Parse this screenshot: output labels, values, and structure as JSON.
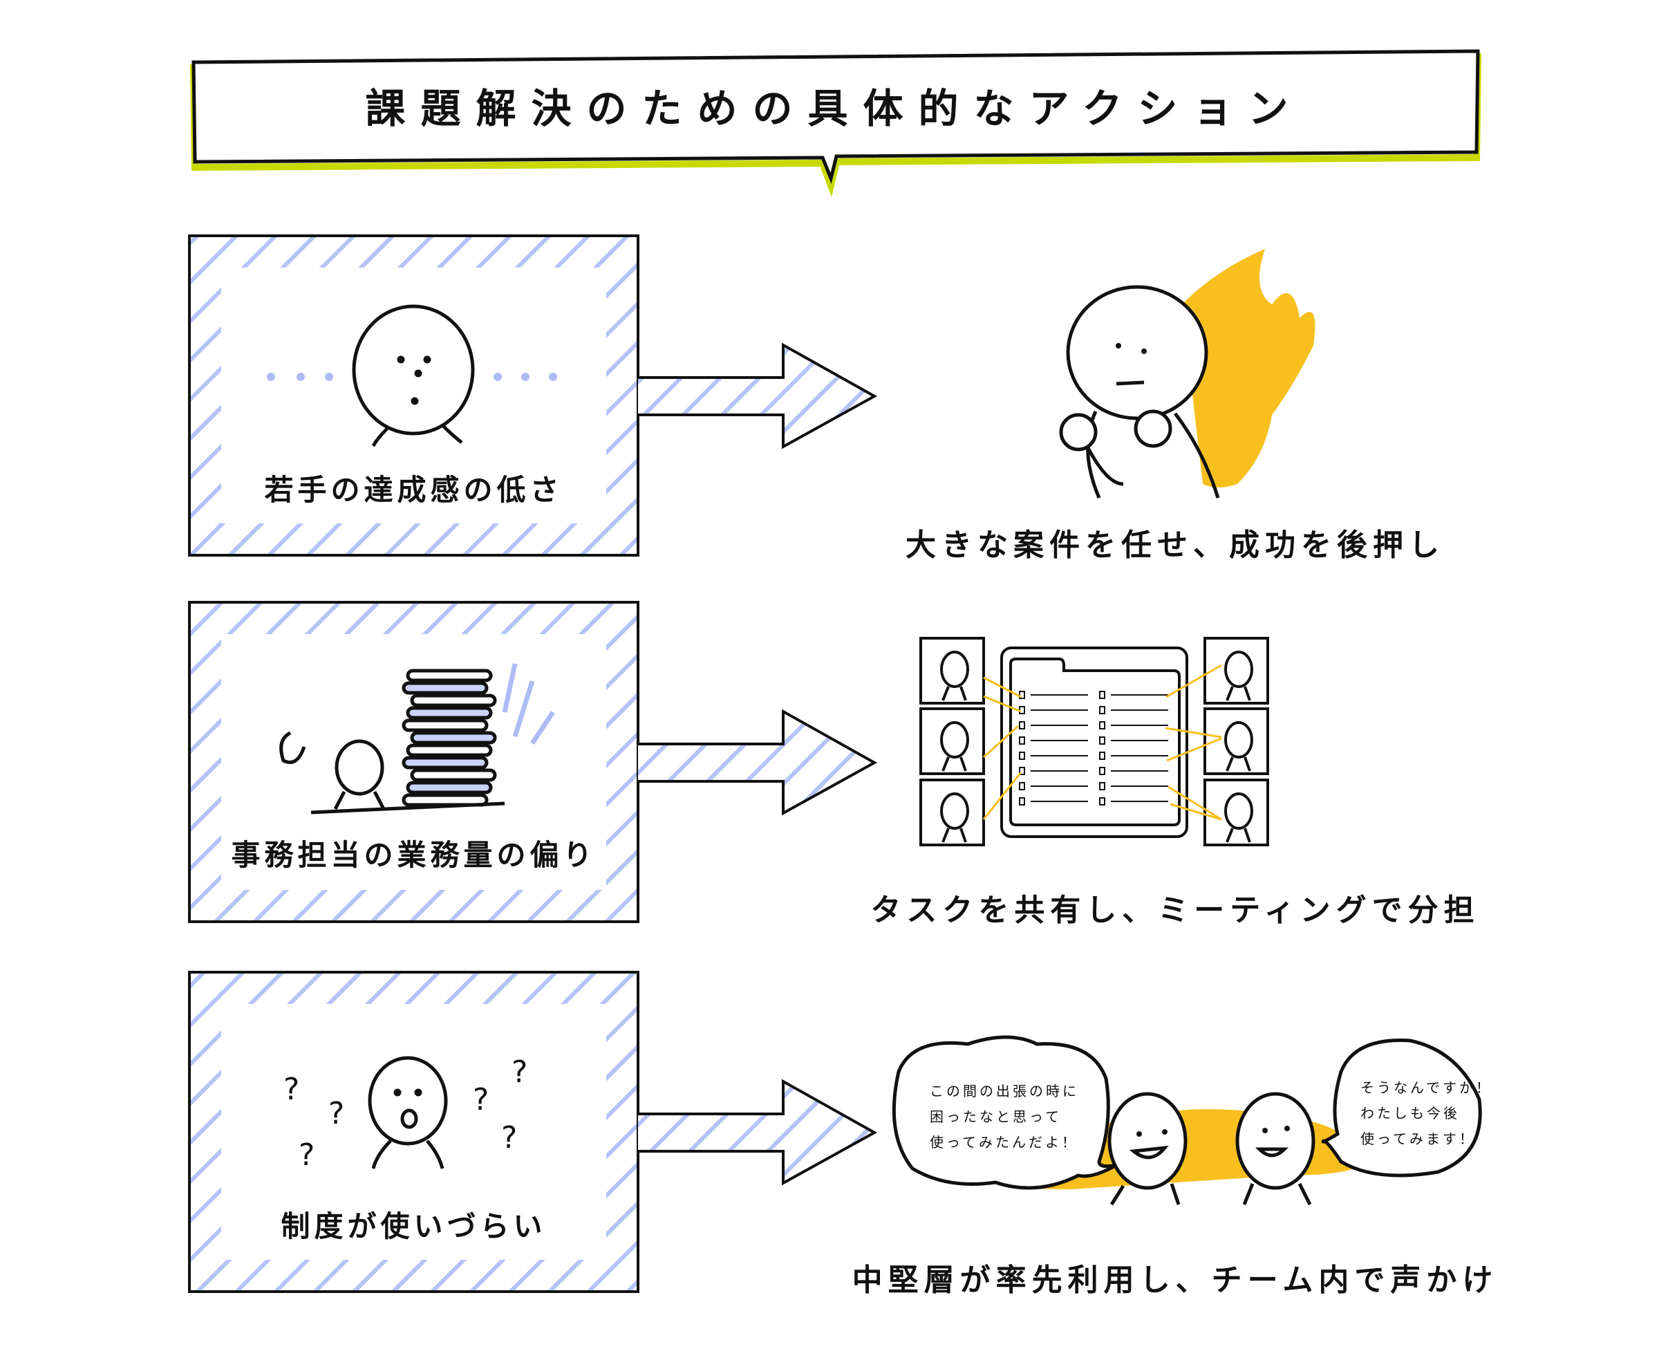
{
  "title": "課題解決のための具体的なアクション",
  "colors": {
    "accent_lime": "#c8d900",
    "hatch_blue": "#b5c3f7",
    "fire_yellow": "#f8bf1f",
    "ink": "#111111"
  },
  "rows": [
    {
      "problem": "若手の達成感の低さ",
      "action": "大きな案件を任せ、成功を後押し"
    },
    {
      "problem": "事務担当の業務量の偏り",
      "action": "タスクを共有し、ミーティングで分担"
    },
    {
      "problem": "制度が使いづらい",
      "action": "中堅層が率先利用し、チーム内で声かけ"
    }
  ],
  "speech": {
    "left": "この間の出張の時に\n困ったなと思って\n使ってみたんだよ！",
    "right": "そうなんですか！\nわたしも今後\n使ってみます！"
  }
}
